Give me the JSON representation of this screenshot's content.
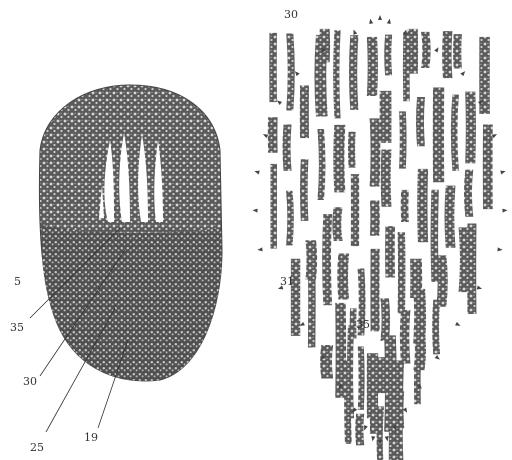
{
  "labels": {
    "left_side": "5",
    "left_35": "35",
    "left_30": "30",
    "left_25": "25",
    "left_19": "19",
    "right_top": "30",
    "right_mid": "31",
    "right_center": "35"
  },
  "colors": {
    "ink": "#4a4a4a",
    "ink_light": "#7a7a7a",
    "paper": "#ffffff"
  }
}
